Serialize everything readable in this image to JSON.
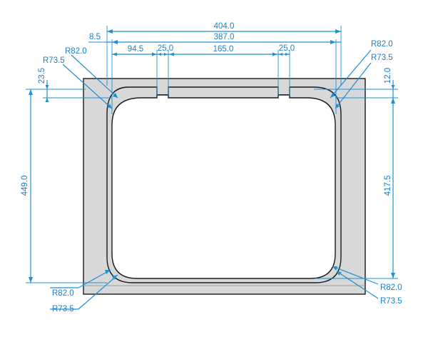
{
  "diagram": {
    "colors": {
      "dimension": "#1f8fd6",
      "outline": "#1a1a1a",
      "frame_fill": "#d8d8d8",
      "background": "#ffffff"
    },
    "dimensions": {
      "overall_width": "404.0",
      "inner_width": "387.0",
      "left_offset": "8.5",
      "notch_offset": "94.5",
      "notch_left_width": "25.0",
      "notch_gap": "165.0",
      "notch_right_width": "25.0",
      "overall_height": "449.0",
      "inner_height": "417.5",
      "left_top_offset": "23.5",
      "right_top_offset": "12.0"
    },
    "radii": {
      "top_left_outer": "R82.0",
      "top_left_inner": "R73.5",
      "top_right_outer": "R82.0",
      "top_right_inner": "R73.5",
      "bottom_left_outer": "R82.0",
      "bottom_left_inner": "R73.5",
      "bottom_right_outer": "R82.0",
      "bottom_right_inner": "R73.5"
    }
  }
}
